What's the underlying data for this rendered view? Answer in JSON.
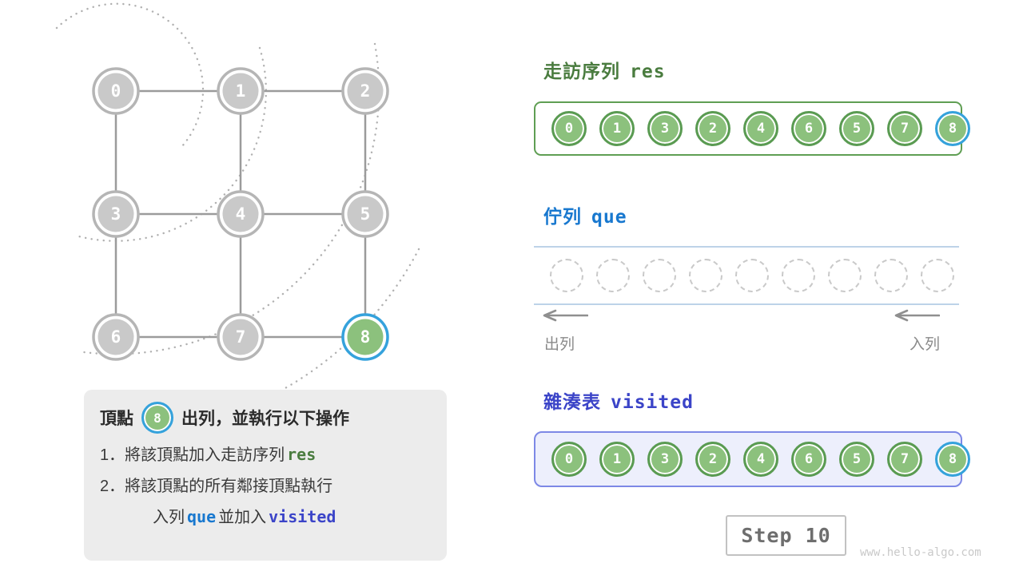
{
  "figure": {
    "step_label": "Step 10",
    "watermark": "www.hello-algo.com"
  },
  "graph": {
    "node_labels": [
      "0",
      "1",
      "2",
      "3",
      "4",
      "5",
      "6",
      "7",
      "8"
    ],
    "active_node": "8"
  },
  "info": {
    "prefix": "頂點",
    "node": "8",
    "suffix": "出列，並執行以下操作",
    "line1_text": "1．將該頂點加入走訪序列",
    "line1_code": "res",
    "line2_text": "2．將該頂點的所有鄰接頂點執行",
    "line3_a": "入列",
    "line3_code1": "que",
    "line3_b": "並加入",
    "line3_code2": "visited"
  },
  "res": {
    "title": "走訪序列",
    "code": "res",
    "values": [
      "0",
      "1",
      "3",
      "2",
      "4",
      "6",
      "5",
      "7",
      "8"
    ],
    "highlight_value": "8"
  },
  "queue": {
    "title": "佇列",
    "code": "que",
    "empty_slots": 9,
    "dequeue_label": "出列",
    "enqueue_label": "入列"
  },
  "visited": {
    "title": "雜湊表",
    "code": "visited",
    "values": [
      "0",
      "1",
      "3",
      "2",
      "4",
      "6",
      "5",
      "7",
      "8"
    ],
    "highlight_value": "8"
  },
  "colors": {
    "node_green": "#8cc17d",
    "node_green_ring": "#5a9b52",
    "node_gray": "#c9c9c9",
    "active_ring_blue": "#35a2dc",
    "res_green": "#4a7c3f",
    "que_blue": "#1878cf",
    "visited_indigo": "#3b44c8"
  }
}
